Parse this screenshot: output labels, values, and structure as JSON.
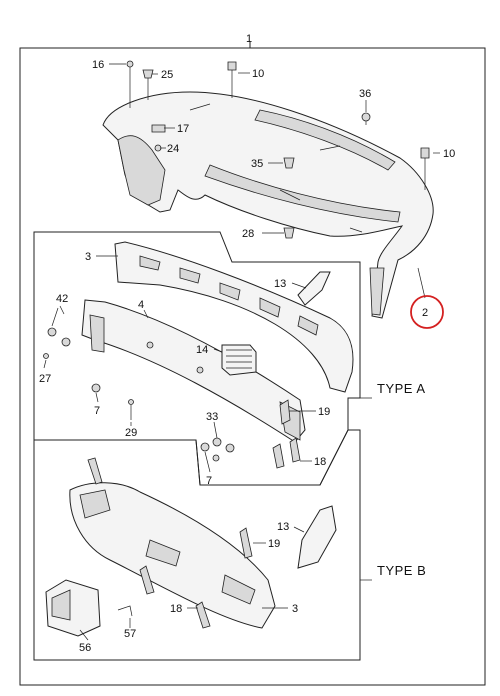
{
  "labels": {
    "n1": "1",
    "n2": "2",
    "n3a": "3",
    "n3b": "3",
    "n4": "4",
    "n7a": "7",
    "n7b": "7",
    "n10a": "10",
    "n10b": "10",
    "n13a": "13",
    "n13b": "13",
    "n14": "14",
    "n16": "16",
    "n17": "17",
    "n18a": "18",
    "n18b": "18",
    "n19a": "19",
    "n19b": "19",
    "n24": "24",
    "n25": "25",
    "n27": "27",
    "n28": "28",
    "n29": "29",
    "n33": "33",
    "n35": "35",
    "n36": "36",
    "n42": "42",
    "n56": "56",
    "n57": "57"
  },
  "types": {
    "type_a": "TYPE A",
    "type_b": "TYPE B"
  },
  "highlight": {
    "part": "2",
    "color": "#d42020"
  }
}
